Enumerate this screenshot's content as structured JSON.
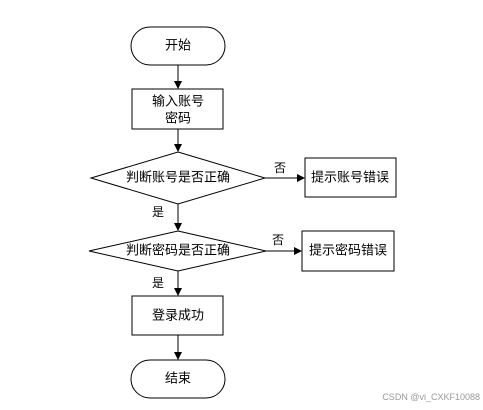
{
  "nodes": {
    "start": "开始",
    "input_line1": "输入账号",
    "input_line2": "密码",
    "check_account": "判断账号是否正确",
    "account_error": "提示账号错误",
    "check_password": "判断密码是否正确",
    "password_error": "提示密码错误",
    "login_success": "登录成功",
    "end": "结束"
  },
  "edges": {
    "account_no": "否",
    "account_yes": "是",
    "password_no": "否",
    "password_yes": "是"
  },
  "watermark": "CSDN @vi_CXKF10088"
}
